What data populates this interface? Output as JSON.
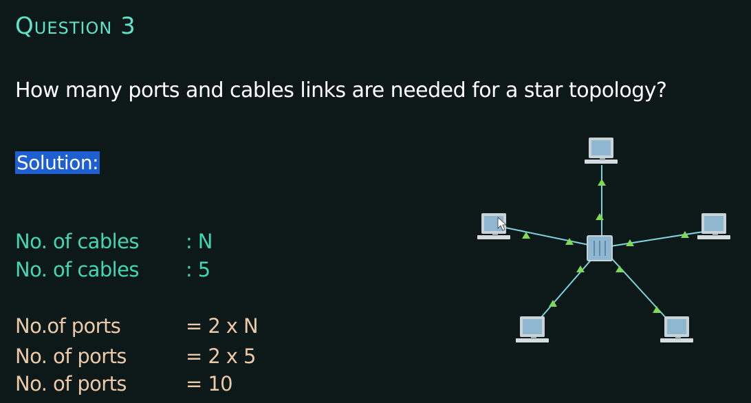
{
  "title": "Question 3",
  "question": "How many ports and cables links are needed for a star topology?",
  "solution_label": "Solution:",
  "cables": [
    {
      "label": "No. of cables",
      "value": ": N"
    },
    {
      "label": "No. of cables",
      "value": ": 5"
    }
  ],
  "ports": [
    {
      "label": "No.of ports",
      "value": "= 2 x N"
    },
    {
      "label": "No. of ports",
      "value": "= 2 x 5"
    },
    {
      "label": "No. of ports",
      "value": "= 10"
    }
  ],
  "colors": {
    "title": "#5fe3c9",
    "cables_text": "#40d8b4",
    "ports_text": "#ecc9a7",
    "highlight": "#1e5fd1",
    "link": "#7fd3de",
    "link_indicator": "#7ed957"
  },
  "diagram": {
    "type": "star-topology",
    "hub_icon": "switch-icon",
    "node_icon": "pc-icon",
    "node_count": 5
  }
}
